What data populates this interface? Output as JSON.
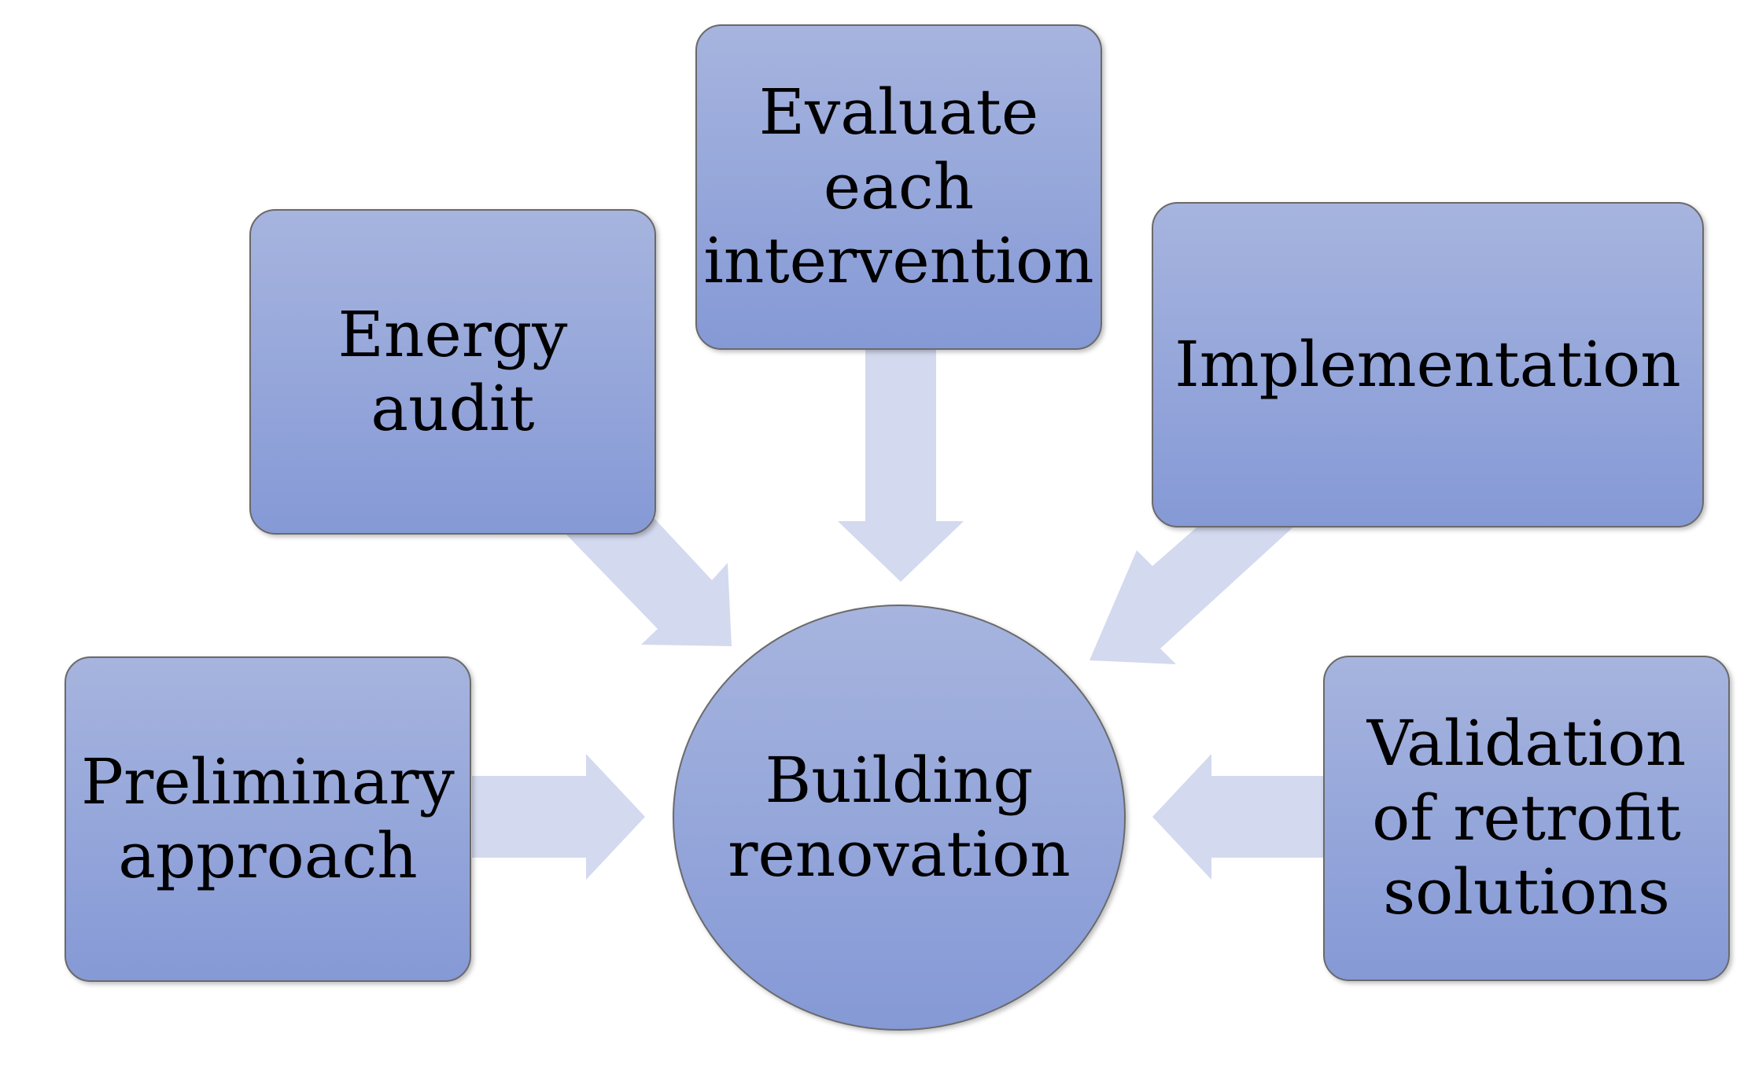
{
  "diagram": {
    "center": {
      "label_line1": "Building",
      "label_line2": "renovation"
    },
    "nodes": {
      "preliminary": {
        "line1": "Preliminary",
        "line2": "approach"
      },
      "energy_audit": {
        "line1": "Energy",
        "line2": "audit"
      },
      "evaluate": {
        "line1": "Evaluate",
        "line2": "each",
        "line3": "intervention"
      },
      "implementation": {
        "line1": "Implementation"
      },
      "validation": {
        "line1": "Validation",
        "line2": "of retrofit",
        "line3": "solutions"
      }
    },
    "colors": {
      "box_fill_top": "#a6b4de",
      "box_fill_bottom": "#8599d6",
      "box_stroke": "#6b6b6b",
      "arrow_fill": "#d3d9ee",
      "text": "#000000"
    }
  }
}
